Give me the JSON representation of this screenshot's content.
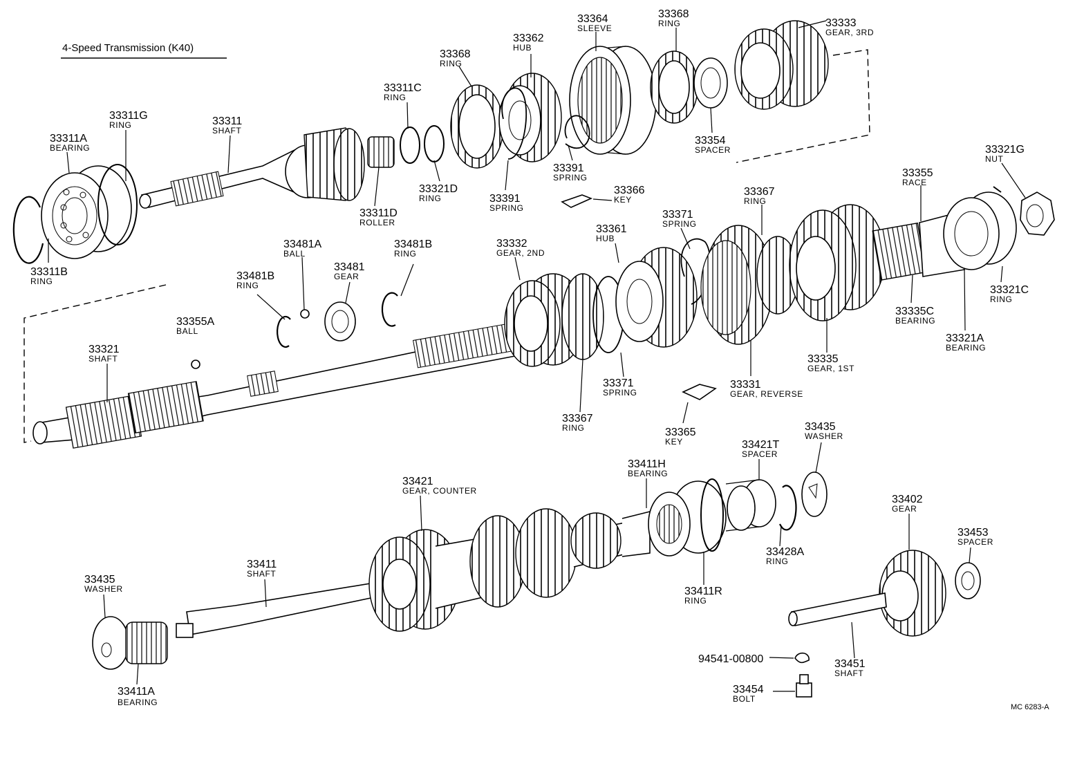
{
  "title": "4-Speed Transmission (K40)",
  "ref_code": "MC 6283-A",
  "labels": [
    {
      "id": "33311A",
      "name": "BEARING"
    },
    {
      "id": "33311B",
      "name": "RING"
    },
    {
      "id": "33311G",
      "name": "RING"
    },
    {
      "id": "33311",
      "name": "SHAFT"
    },
    {
      "id": "33311C",
      "name": "RING"
    },
    {
      "id": "33311D",
      "name": "ROLLER"
    },
    {
      "id": "33321D",
      "name": "RING"
    },
    {
      "id": "33368",
      "name": "RING"
    },
    {
      "id": "33362",
      "name": "HUB"
    },
    {
      "id": "33391",
      "name": "SPRING"
    },
    {
      "id": "33364",
      "name": "SLEEVE"
    },
    {
      "id": "33391",
      "name": "SPRING"
    },
    {
      "id": "33368",
      "name": "RING"
    },
    {
      "id": "33354",
      "name": "SPACER"
    },
    {
      "id": "33333",
      "name": "GEAR, 3RD"
    },
    {
      "id": "33366",
      "name": "KEY"
    },
    {
      "id": "33321G",
      "name": "NUT"
    },
    {
      "id": "33355",
      "name": "RACE"
    },
    {
      "id": "33367",
      "name": "RING"
    },
    {
      "id": "33371",
      "name": "SPRING"
    },
    {
      "id": "33361",
      "name": "HUB"
    },
    {
      "id": "33332",
      "name": "GEAR, 2ND"
    },
    {
      "id": "33481A",
      "name": "BALL"
    },
    {
      "id": "33481B",
      "name": "RING"
    },
    {
      "id": "33481",
      "name": "GEAR"
    },
    {
      "id": "33481B",
      "name": "RING"
    },
    {
      "id": "33355A",
      "name": "BALL"
    },
    {
      "id": "33321",
      "name": "SHAFT"
    },
    {
      "id": "33335C",
      "name": "BEARING"
    },
    {
      "id": "33321C",
      "name": "RING"
    },
    {
      "id": "33321A",
      "name": "BEARING"
    },
    {
      "id": "33335",
      "name": "GEAR, 1ST"
    },
    {
      "id": "33331",
      "name": "GEAR, REVERSE"
    },
    {
      "id": "33371",
      "name": "SPRING"
    },
    {
      "id": "33367",
      "name": "RING"
    },
    {
      "id": "33365",
      "name": "KEY"
    },
    {
      "id": "33421T",
      "name": "SPACER"
    },
    {
      "id": "33435",
      "name": "WASHER"
    },
    {
      "id": "33411H",
      "name": "BEARING"
    },
    {
      "id": "33421",
      "name": "GEAR, COUNTER"
    },
    {
      "id": "33428A",
      "name": "RING"
    },
    {
      "id": "33411",
      "name": "SHAFT"
    },
    {
      "id": "33411R",
      "name": "RING"
    },
    {
      "id": "33402",
      "name": "GEAR"
    },
    {
      "id": "33453",
      "name": "SPACER"
    },
    {
      "id": "33435",
      "name": "WASHER"
    },
    {
      "id": "33411A",
      "name": "BEARING"
    },
    {
      "id": "94541-00800",
      "name": ""
    },
    {
      "id": "33454",
      "name": "BOLT"
    },
    {
      "id": "33451",
      "name": "SHAFT"
    }
  ]
}
